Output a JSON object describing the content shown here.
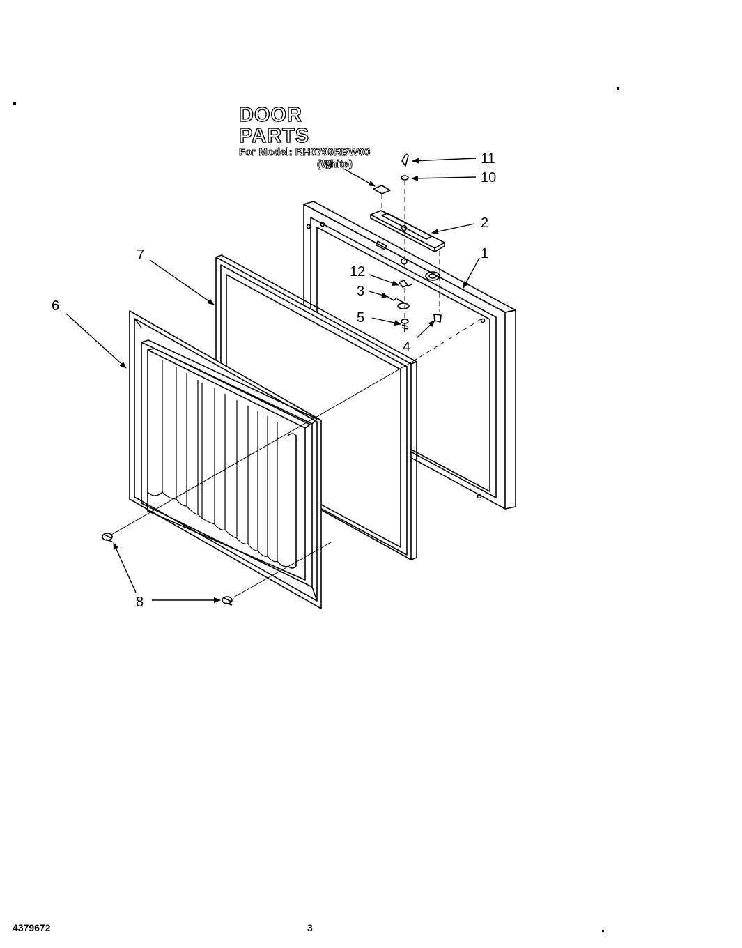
{
  "header": {
    "title": "DOOR PARTS",
    "model_line": "For Model: RH0799RBW00",
    "color_line": "(White)"
  },
  "callouts": {
    "c1": "1",
    "c2": "2",
    "c3": "3",
    "c4": "4",
    "c5": "5",
    "c6": "6",
    "c7": "7",
    "c8": "8",
    "c9": "9",
    "c10": "10",
    "c11": "11",
    "c12": "12"
  },
  "footer": {
    "doc_number": "4379672",
    "page_number": "3"
  }
}
